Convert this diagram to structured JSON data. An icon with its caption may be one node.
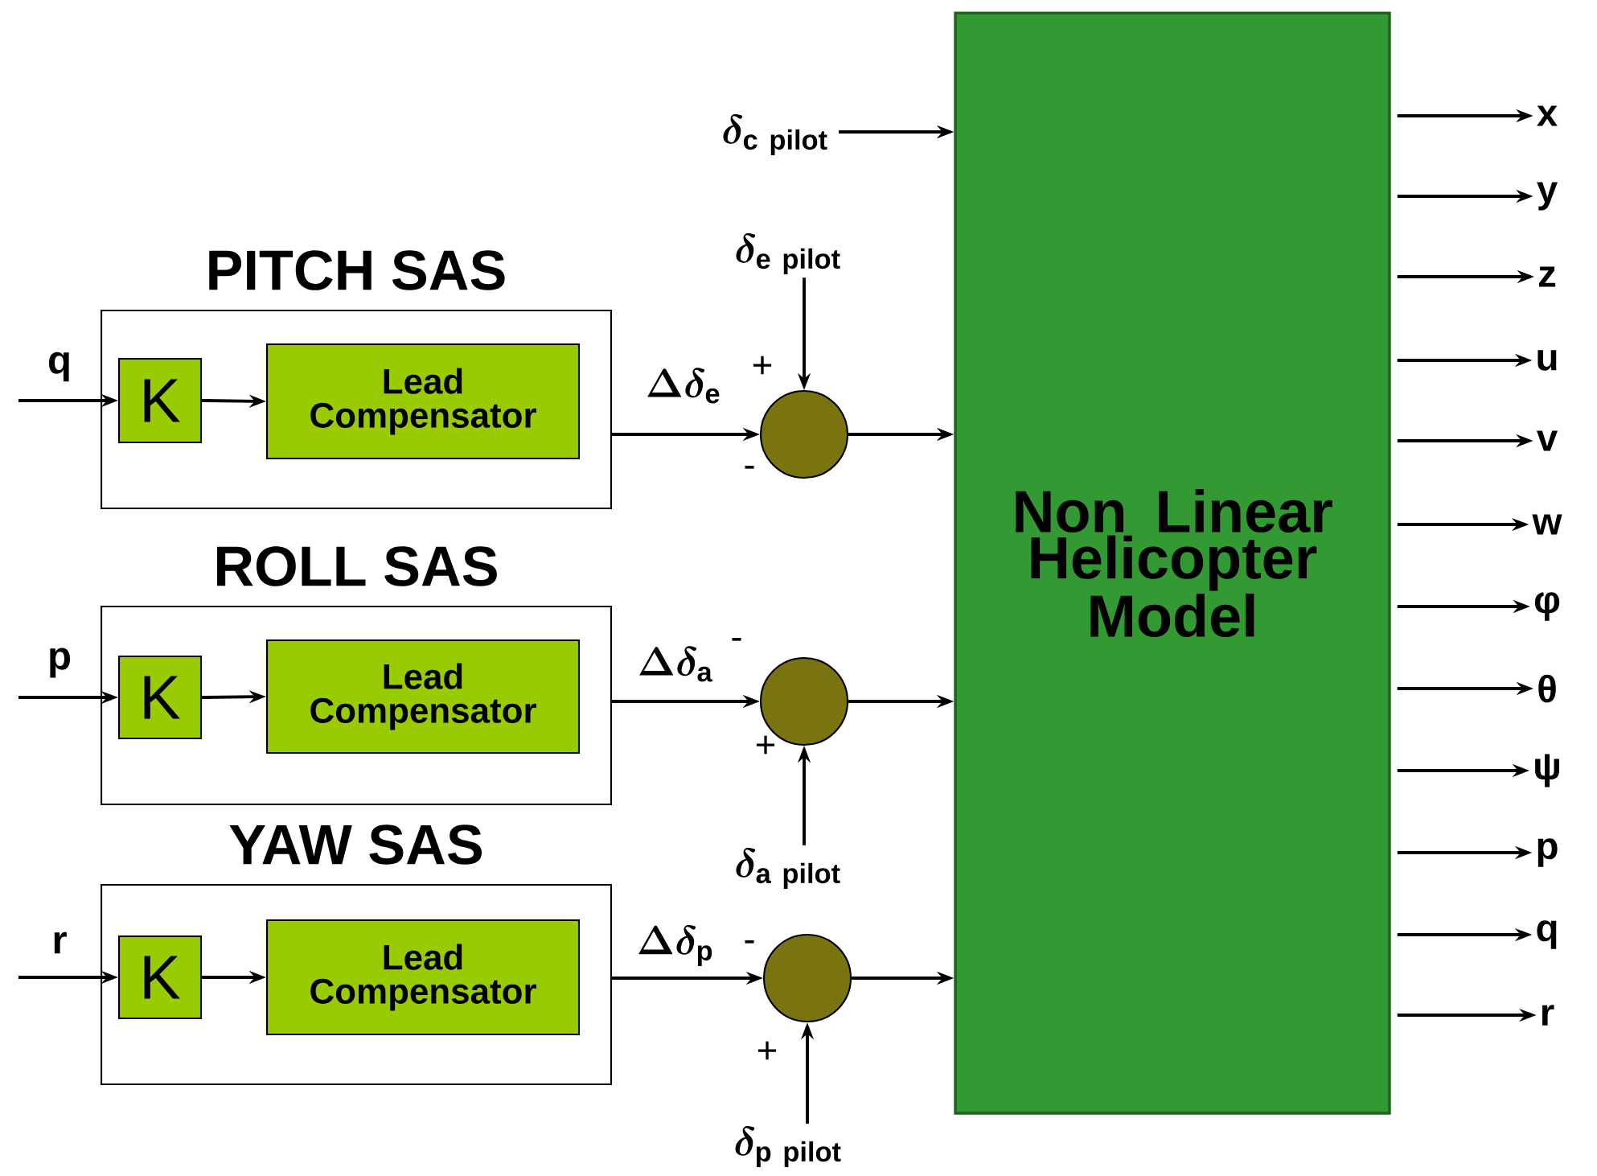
{
  "diagram": {
    "nodes": [
      {
        "text": [
          "PITCH SAS"
        ]
      },
      {
        "text": [
          "K"
        ],
        "in": 0
      },
      {
        "text": [
          "Lead Compensator"
        ],
        "in": 0
      },
      {
        "text": [
          "ROLL SAS"
        ]
      },
      {
        "text": [
          "K"
        ],
        "in": 3
      },
      {
        "text": [
          "Lead Compensator"
        ],
        "in": 3
      },
      {
        "text": [
          "YAW SAS"
        ]
      },
      {
        "text": [
          "K"
        ],
        "in": 6
      },
      {
        "text": [
          "Lead Compensator"
        ],
        "in": 6
      },
      {
        "text": [
          "\\boldsymbol{\\delta}_{\\mathbf{c\\ pilot}}"
        ]
      },
      {
        "text": [
          "\\boldsymbol{\\delta}_{\\mathbf{e\\ pilot}}"
        ]
      },
      {
        "text": [],
        "shape": "circle"
      },
      {
        "text": [],
        "shape": "circle"
      },
      {
        "text": [
          "\\boldsymbol{\\delta}_{\\mathbf{a\\ pilot}}"
        ]
      },
      {
        "text": [],
        "shape": "circle"
      },
      {
        "text": [
          "\\boldsymbol{\\delta}_{\\mathbf{p\\ pilot}}"
        ]
      },
      {
        "text": [
          "Non Linear Helicopter Model"
        ]
      },
      {
        "text": [
          "x"
        ]
      },
      {
        "text": [
          "y"
        ]
      },
      {
        "text": [
          "z"
        ]
      },
      {
        "text": [
          "u"
        ]
      },
      {
        "text": [
          "v"
        ]
      },
      {
        "text": [
          "w"
        ]
      },
      {
        "text": [
          "φ"
        ]
      },
      {
        "text": [
          "θ"
        ]
      },
      {
        "text": [
          "ψ"
        ]
      },
      {
        "text": [
          "p"
        ]
      },
      {
        "text": [
          "q"
        ]
      },
      {
        "text": [
          "r"
        ]
      }
    ],
    "edges": [
      {
        "from": null,
        "to": 1,
        "arrow": "to",
        "label": "q"
      },
      {
        "from": 1,
        "to": 2,
        "arrow": "to"
      },
      {
        "from": 0,
        "to": 11,
        "arrow": "to",
        "label": "\\boldsymbol{\\Delta}\\boldsymbol{\\delta}_{\\mathbf{e}}"
      },
      {
        "from": 10,
        "to": 11,
        "arrow": "to"
      },
      {
        "from": 11,
        "to": 16,
        "arrow": "to"
      },
      {
        "from": null,
        "to": 4,
        "arrow": "to",
        "label": "p"
      },
      {
        "from": 4,
        "to": 5,
        "arrow": "to"
      },
      {
        "from": 3,
        "to": 12,
        "arrow": "to",
        "label": "\\boldsymbol{\\Delta}\\boldsymbol{\\delta}_{\\mathbf{a}}"
      },
      {
        "from": 13,
        "to": 12,
        "arrow": "to"
      },
      {
        "from": 12,
        "to": 16,
        "arrow": "to"
      },
      {
        "from": null,
        "to": 7,
        "arrow": "to",
        "label": "r"
      },
      {
        "from": 7,
        "to": 8,
        "arrow": "to"
      },
      {
        "from": 6,
        "to": 14,
        "arrow": "to",
        "label": "\\boldsymbol{\\Delta}\\boldsymbol{\\delta}_{\\mathbf{p}}"
      },
      {
        "from": 15,
        "to": 14,
        "arrow": "to"
      },
      {
        "from": 14,
        "to": 16,
        "arrow": "to"
      },
      {
        "from": 9,
        "to": 16,
        "arrow": "to"
      },
      {
        "from": 16,
        "to": 17,
        "arrow": "to"
      },
      {
        "from": 16,
        "to": 18,
        "arrow": "to"
      },
      {
        "from": 16,
        "to": 19,
        "arrow": "to"
      },
      {
        "from": 16,
        "to": 20,
        "arrow": "to"
      },
      {
        "from": 16,
        "to": 21,
        "arrow": "to"
      },
      {
        "from": 16,
        "to": 22,
        "arrow": "to"
      },
      {
        "from": 16,
        "to": 23,
        "arrow": "to"
      },
      {
        "from": 16,
        "to": 24,
        "arrow": "to"
      },
      {
        "from": 16,
        "to": 25,
        "arrow": "to"
      },
      {
        "from": 16,
        "to": 26,
        "arrow": "to"
      },
      {
        "from": 16,
        "to": 27,
        "arrow": "to"
      },
      {
        "from": 16,
        "to": 28,
        "arrow": "to"
      }
    ],
    "labels": [
      "+",
      "-",
      "-",
      "+",
      "-",
      "+"
    ]
  }
}
